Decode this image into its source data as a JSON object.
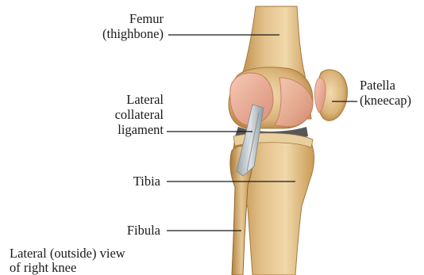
{
  "labels": {
    "femur": [
      "Femur",
      "(thighbone)"
    ],
    "lateral_collateral_ligament": [
      "Lateral",
      "collateral",
      "ligament"
    ],
    "tibia": [
      "Tibia"
    ],
    "fibula": [
      "Fibula"
    ],
    "patella": [
      "Patella",
      "(kneecap)"
    ],
    "caption": [
      "Lateral (outside) view",
      "of right knee"
    ]
  }
}
